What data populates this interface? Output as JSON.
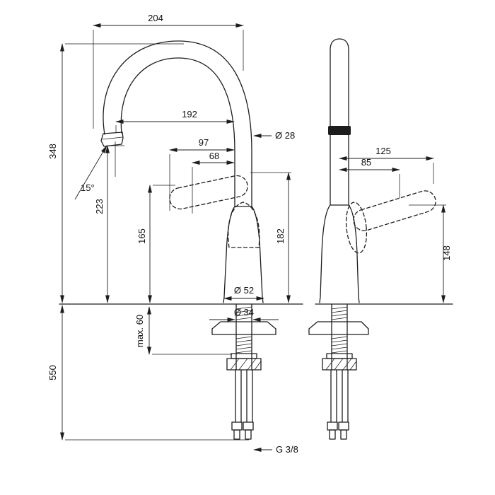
{
  "drawing": {
    "type": "faucet-technical-dimension-drawing",
    "line_color": "#1d1d1d",
    "background": "#ffffff",
    "dimensions": {
      "d204": "204",
      "d348": "348",
      "d550": "550",
      "d192": "192",
      "d28": "Ø 28",
      "d97": "97",
      "d68": "68",
      "d223": "223",
      "d165": "165",
      "d15": "15°",
      "d182": "182",
      "d125": "125",
      "d85": "85",
      "d148": "148",
      "d52": "Ø 52",
      "d34": "Ø 34",
      "max60": "max. 60",
      "thread": "G 3/8"
    }
  }
}
